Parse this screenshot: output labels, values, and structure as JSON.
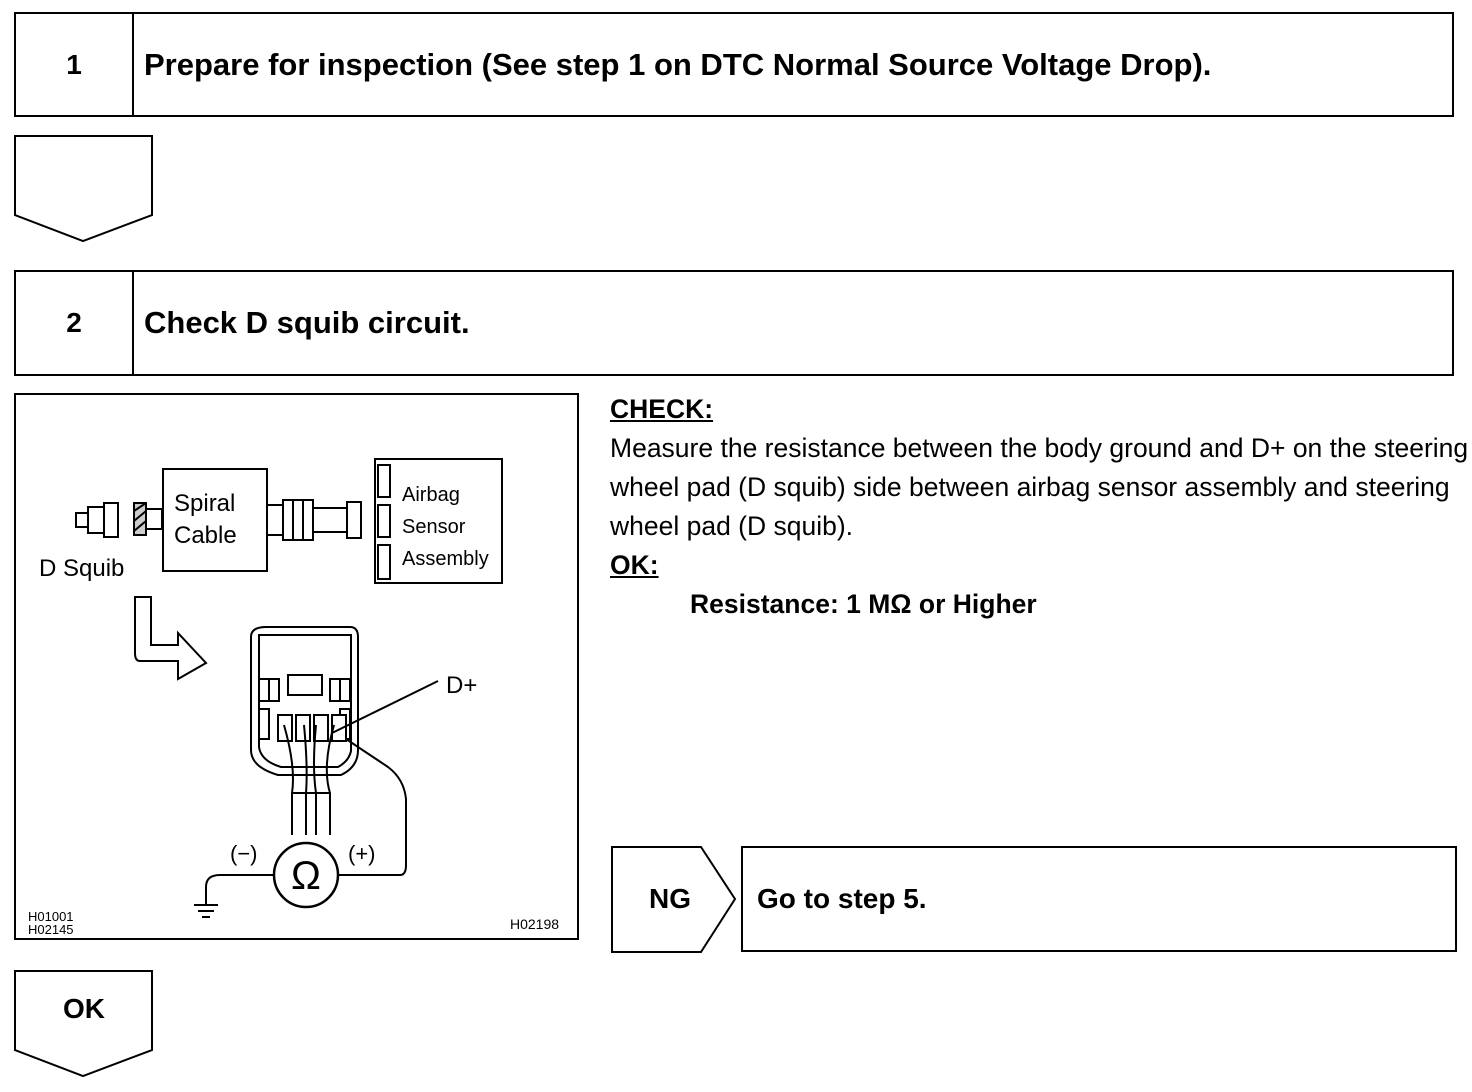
{
  "step1": {
    "number": "1",
    "title": "Prepare for inspection (See step 1 on DTC Normal Source Voltage Drop)."
  },
  "step2": {
    "number": "2",
    "title": "Check D squib circuit."
  },
  "figure": {
    "labels": {
      "spiral_cable_1": "Spiral",
      "spiral_cable_2": "Cable",
      "airbag_1": "Airbag",
      "airbag_2": "Sensor",
      "airbag_3": "Assembly",
      "d_squib": "D Squib",
      "d_plus": "D+",
      "minus": "(−)",
      "plus": "(+)",
      "ohm": "Ω",
      "code_left_1": "H01001",
      "code_left_2": "H02145",
      "code_right": "H02198"
    }
  },
  "check": {
    "heading": "CHECK:",
    "body": "Measure the resistance between the body ground and D+ on the steering wheel pad (D squib) side between airbag sensor assembly and steering wheel pad (D squib).",
    "ok_heading": "OK:",
    "spec": "Resistance: 1 MΩ or Higher"
  },
  "ng": {
    "label": "NG",
    "action": "Go to step 5."
  },
  "ok": {
    "label": "OK"
  }
}
